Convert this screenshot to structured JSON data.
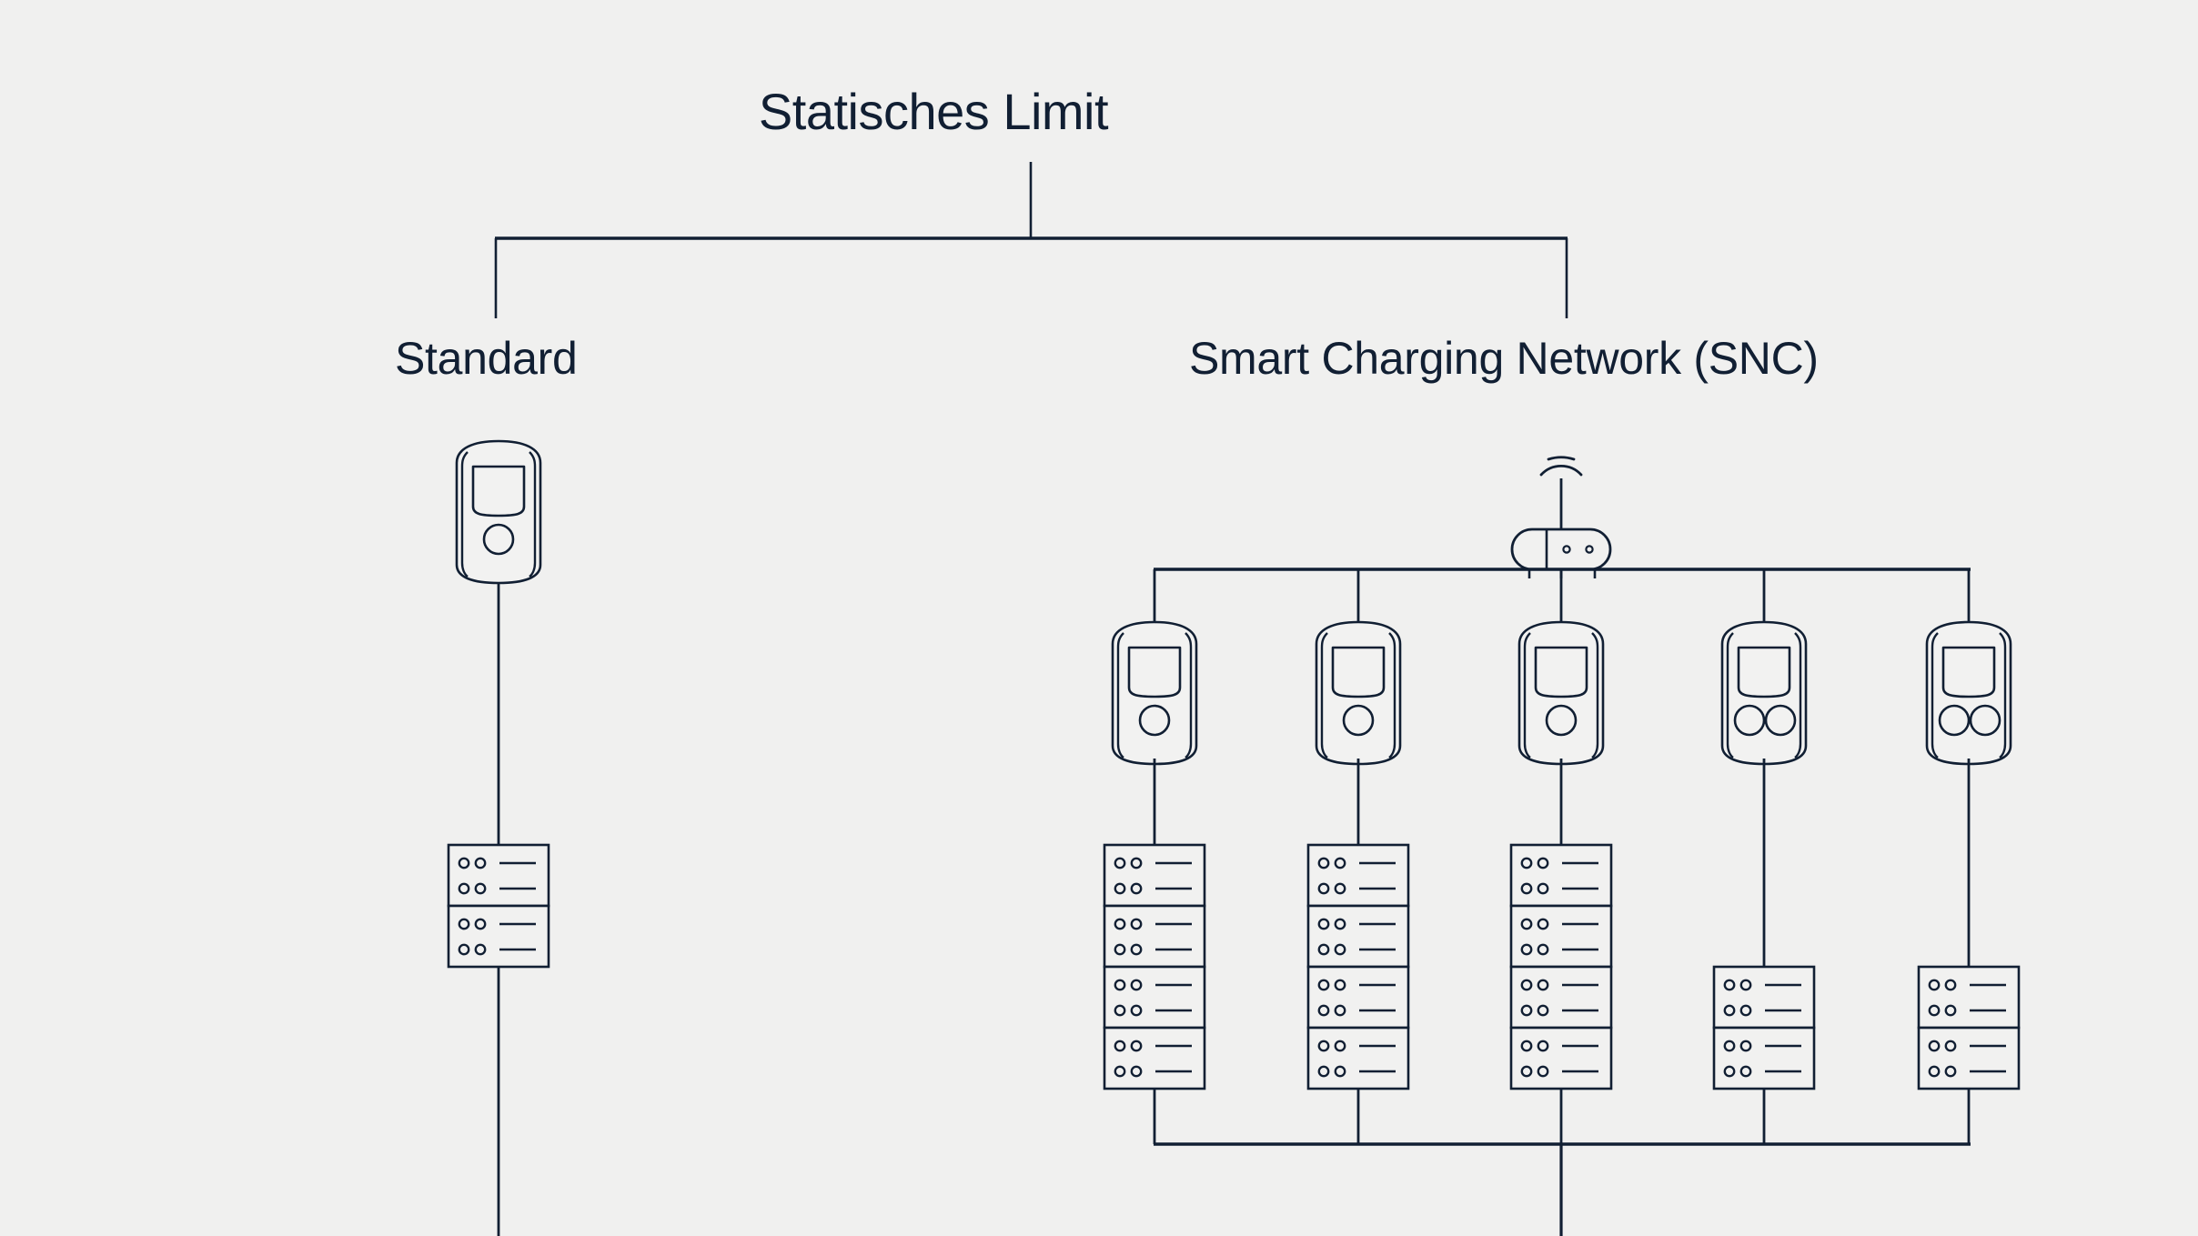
{
  "diagram": {
    "title": "Statisches Limit",
    "background_color": "#f0f0ef",
    "stroke_color": "#111f33",
    "branches": [
      {
        "id": "standard",
        "label": "Standard",
        "charging_stations": 1,
        "sockets_per_station": 1,
        "server_units": 2
      },
      {
        "id": "snc",
        "label": "Smart Charging Network (SNC)",
        "charging_stations": 5,
        "router": "wifi-router",
        "stations": [
          {
            "index": 1,
            "sockets": 1,
            "server_units": 4
          },
          {
            "index": 2,
            "sockets": 1,
            "server_units": 4
          },
          {
            "index": 3,
            "sockets": 1,
            "server_units": 4
          },
          {
            "index": 4,
            "sockets": 2,
            "server_units": 2
          },
          {
            "index": 5,
            "sockets": 2,
            "server_units": 2
          }
        ]
      }
    ]
  }
}
